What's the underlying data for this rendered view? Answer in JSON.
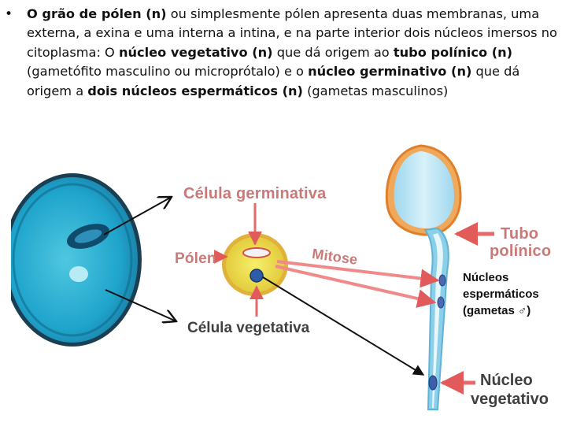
{
  "paragraph": {
    "t1": "O grão de pólen (n)",
    "t2": " ou simplesmente pólen apresenta duas membranas, uma externa, a exina e uma interna a intina, e na parte interior dois núcleos imersos no citoplasma: O ",
    "t3": "núcleo vegetativo (n)",
    "t4": " que dá origem ao ",
    "t5": "tubo polínico (n)",
    "t6": " (gametófito masculino ou microprótalo) e o ",
    "t7": "núcleo germinativo (n)",
    "t8": " que dá origem a ",
    "t9": "dois núcleos espermáticos (n)",
    "t10": " (gametas masculinos)"
  },
  "bullet": "•",
  "labels": {
    "celula_germinativa": "Célula germinativa",
    "polen": "Pólen",
    "mitose": "Mitose",
    "celula_vegetativa": "Célula vegetativa",
    "tubo_l1": "Tubo",
    "tubo_l2": "polínico",
    "nucleo_l1": "Núcleo",
    "nucleo_l2": "vegetativo",
    "esp_l1": "Núcleos",
    "esp_l2": "espermáticos",
    "esp_l3": "(gametas ♂)"
  }
}
